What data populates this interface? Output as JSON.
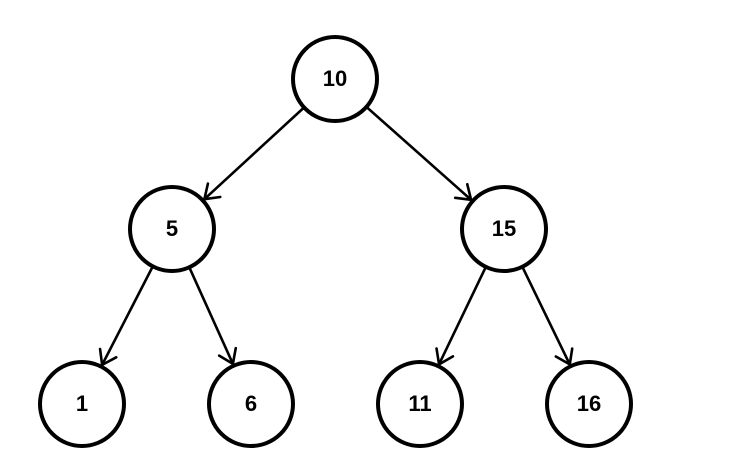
{
  "diagram": {
    "type": "binary-tree",
    "nodes": [
      {
        "id": "n10",
        "label": "10",
        "color": "#000000"
      },
      {
        "id": "n5",
        "label": "5",
        "color": "#000000"
      },
      {
        "id": "n15",
        "label": "15",
        "color": "#000000"
      },
      {
        "id": "n1",
        "label": "1",
        "color": "#000000"
      },
      {
        "id": "n6",
        "label": "6",
        "color": "#000000"
      },
      {
        "id": "n11",
        "label": "11",
        "color": "#000000"
      },
      {
        "id": "n16",
        "label": "16",
        "color": "#1a9a13"
      }
    ],
    "edges": [
      {
        "from": "n10",
        "to": "n5"
      },
      {
        "from": "n10",
        "to": "n15"
      },
      {
        "from": "n5",
        "to": "n1"
      },
      {
        "from": "n5",
        "to": "n6"
      },
      {
        "from": "n15",
        "to": "n11"
      },
      {
        "from": "n15",
        "to": "n16"
      }
    ],
    "highlight_color": "#1a9a13",
    "stroke_color": "#000000"
  }
}
